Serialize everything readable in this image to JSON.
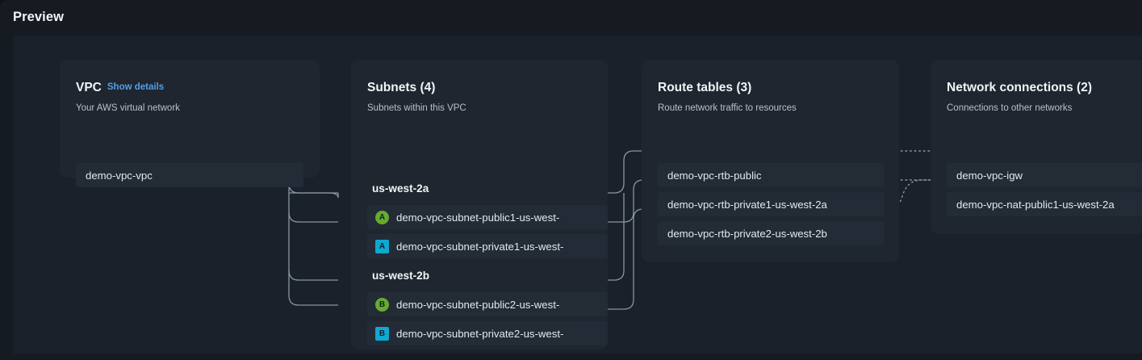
{
  "header": {
    "title": "Preview"
  },
  "panels": {
    "vpc": {
      "title": "VPC",
      "show_details_label": "Show details",
      "subtitle": "Your AWS virtual network",
      "rows": [
        {
          "label": "demo-vpc-vpc"
        }
      ]
    },
    "subnets": {
      "title": "Subnets (4)",
      "subtitle": "Subnets within this VPC",
      "zones": [
        {
          "name": "us-west-2a"
        },
        {
          "name": "us-west-2b"
        }
      ],
      "rows": [
        {
          "label": "demo-vpc-subnet-public1-us-west-",
          "badge": "A",
          "badge_type": "public",
          "zone": "us-west-2a"
        },
        {
          "label": "demo-vpc-subnet-private1-us-west-",
          "badge": "A",
          "badge_type": "private",
          "zone": "us-west-2a"
        },
        {
          "label": "demo-vpc-subnet-public2-us-west-",
          "badge": "B",
          "badge_type": "public",
          "zone": "us-west-2b"
        },
        {
          "label": "demo-vpc-subnet-private2-us-west-",
          "badge": "B",
          "badge_type": "private",
          "zone": "us-west-2b"
        }
      ]
    },
    "route_tables": {
      "title": "Route tables (3)",
      "subtitle": "Route network traffic to resources",
      "rows": [
        {
          "label": "demo-vpc-rtb-public"
        },
        {
          "label": "demo-vpc-rtb-private1-us-west-2a"
        },
        {
          "label": "demo-vpc-rtb-private2-us-west-2b"
        }
      ]
    },
    "network_connections": {
      "title": "Network connections (2)",
      "subtitle": "Connections to other networks",
      "rows": [
        {
          "label": "demo-vpc-igw"
        },
        {
          "label": "demo-vpc-nat-public1-us-west-2a"
        }
      ]
    }
  },
  "colors": {
    "page_background": "#161b22",
    "canvas_background": "#1a212b",
    "panel_background": "#1f2630",
    "row_background": "#232b36",
    "link": "#539fe5",
    "badge_public": "#67ab2e",
    "badge_private": "#0fa8d2",
    "connector": "#8a94a3",
    "text_primary": "#f2f4f6",
    "text_secondary": "#b8c0cc"
  }
}
